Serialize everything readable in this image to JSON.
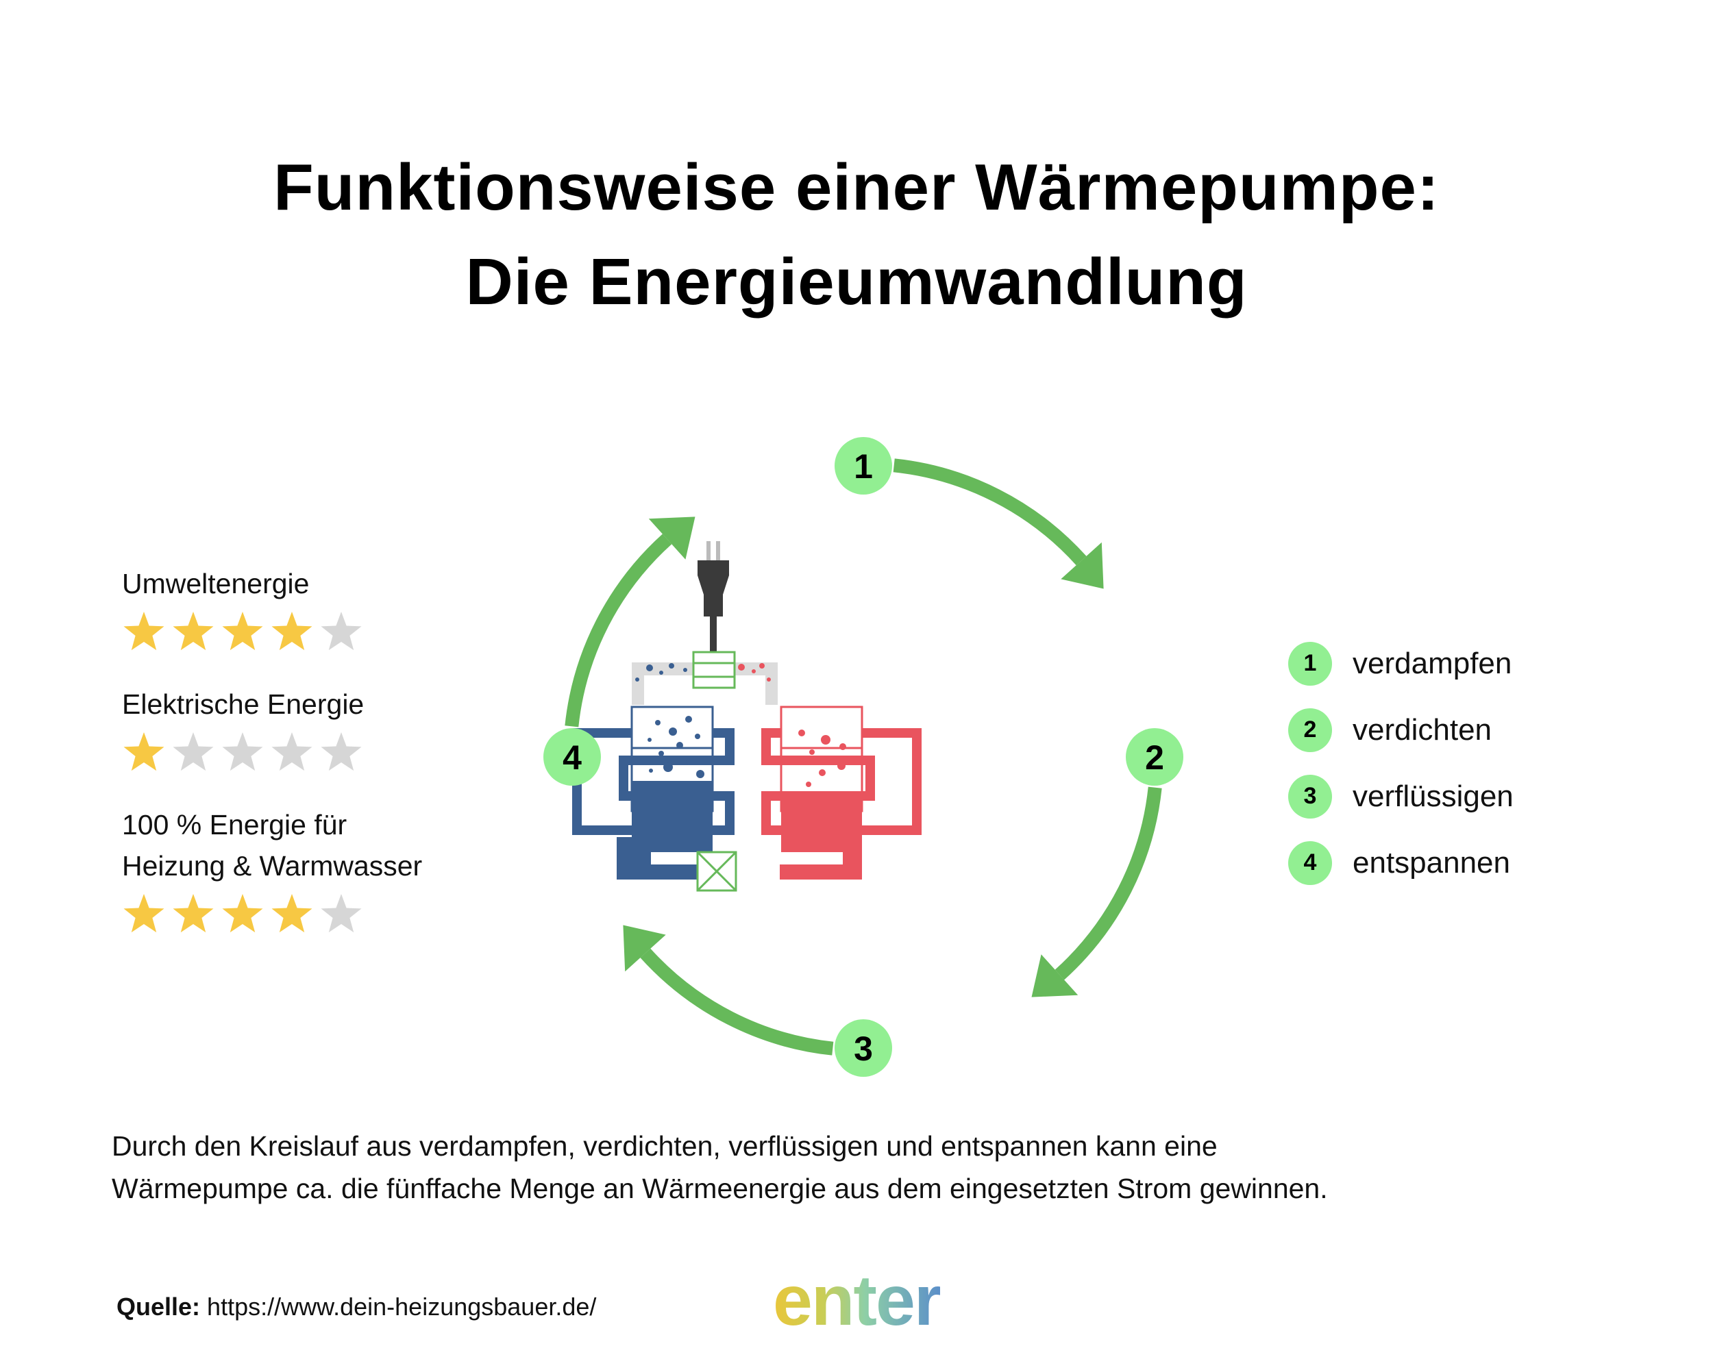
{
  "title": {
    "line1": "Funktionsweise einer Wärmepumpe:",
    "line2": "Die Energieumwandlung"
  },
  "ratings": [
    {
      "label_lines": [
        "Umweltenergie"
      ],
      "stars": 4,
      "max": 5
    },
    {
      "label_lines": [
        "Elektrische Energie"
      ],
      "stars": 1,
      "max": 5
    },
    {
      "label_lines": [
        "100 % Energie für",
        "Heizung & Warmwasser"
      ],
      "stars": 4,
      "max": 5
    }
  ],
  "steps": [
    {
      "number": "1",
      "label": "verdampfen"
    },
    {
      "number": "2",
      "label": "verdichten"
    },
    {
      "number": "3",
      "label": "verflüssigen"
    },
    {
      "number": "4",
      "label": "entspannen"
    }
  ],
  "summary": {
    "line1": "Durch den Kreislauf aus verdampfen, verdichten, verflüssigen und entspannen kann eine",
    "line2": "Wärmepumpe ca. die fünffache Menge an Wärmeenergie aus dem eingesetzten Strom gewinnen."
  },
  "source": {
    "key": "Quelle:",
    "value": "https://www.dein-heizungsbauer.de/"
  },
  "brand": "enter",
  "colors": {
    "cycle_green": "#66b95a",
    "badge_green": "#92ef92",
    "cold_blue": "#3a5f91",
    "hot_red": "#e9545e",
    "star_gold": "#f7c843",
    "star_gray": "#d6d6d6",
    "pipe_gray": "#dcdcdc"
  }
}
